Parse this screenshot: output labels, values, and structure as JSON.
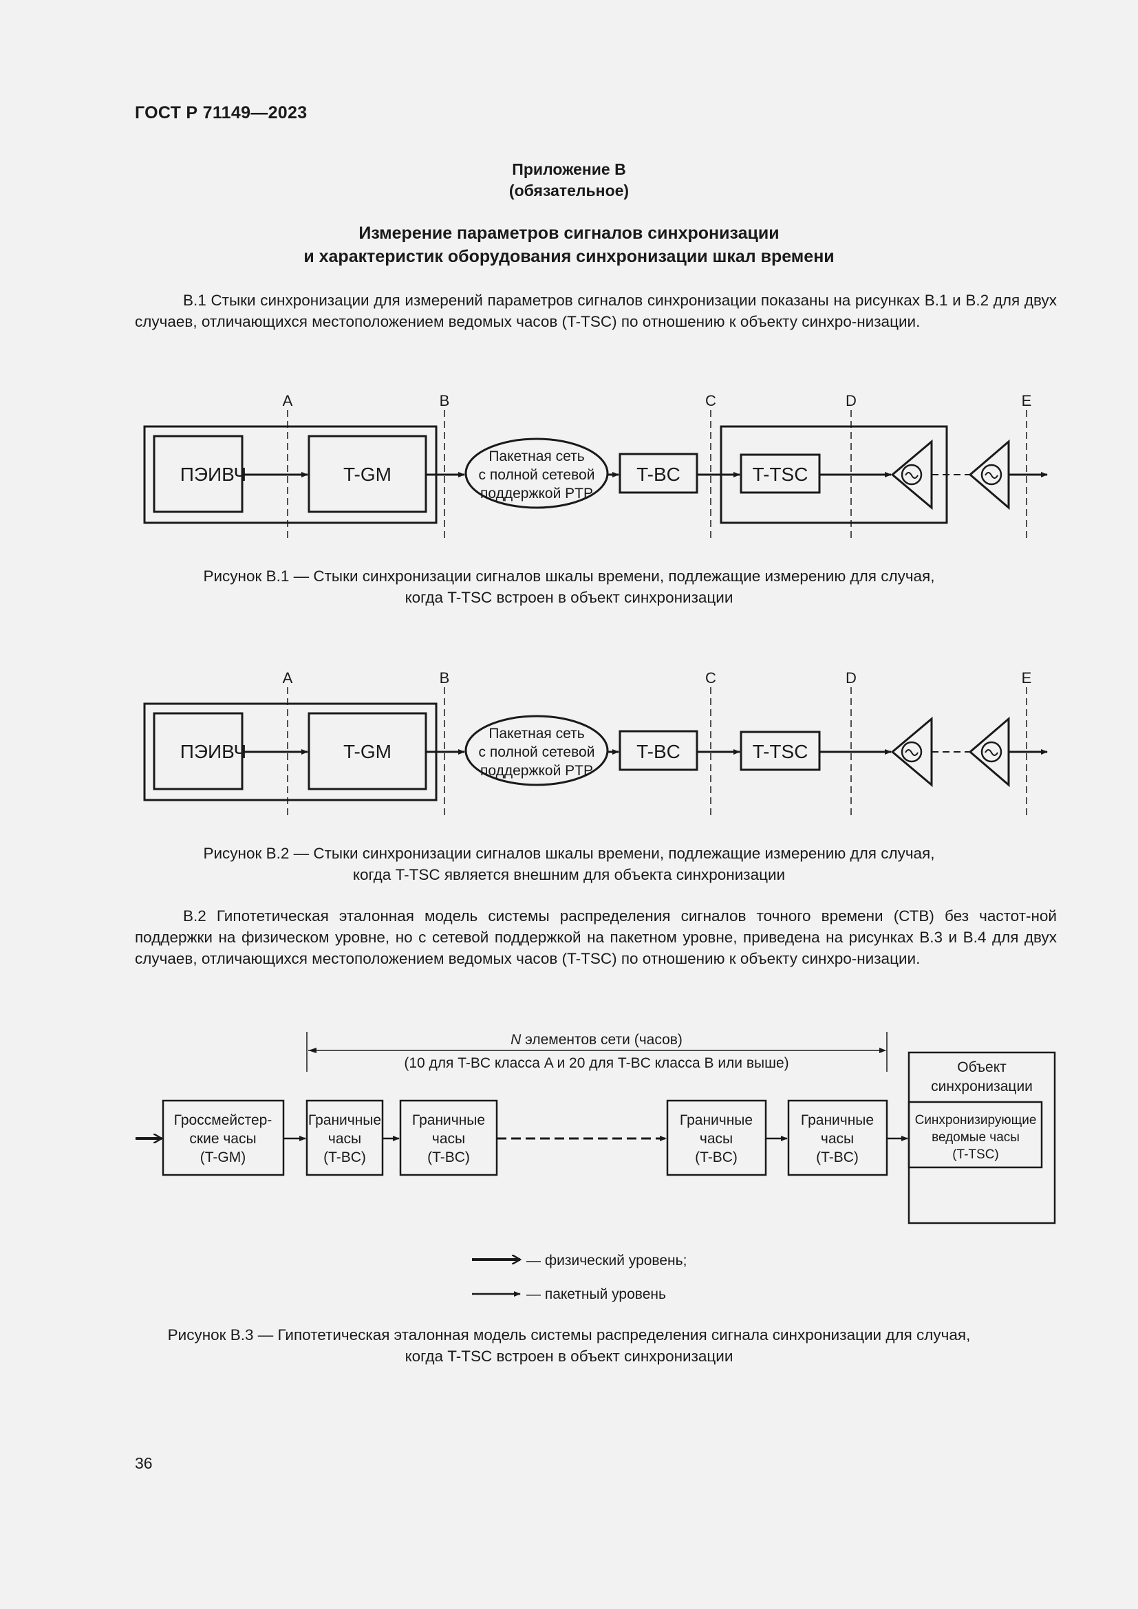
{
  "header": "ГОСТ Р 71149—2023",
  "appendix": {
    "title": "Приложение В",
    "status": "(обязательное)"
  },
  "title": {
    "line1": "Измерение параметров сигналов синхронизации",
    "line2": "и характеристик оборудования синхронизации шкал времени"
  },
  "para1": "В.1 Стыки синхронизации для измерений параметров сигналов синхронизации показаны на рисунках В.1 и В.2 для двух случаев, отличающихся местоположением ведомых часов (T-TSC) по отношению к объекту синхро-низации.",
  "fig1": {
    "points": [
      "A",
      "B",
      "C",
      "D",
      "E"
    ],
    "peivch": "ПЭИВЧ",
    "tgm": "T-GM",
    "network": [
      "Пакетная сеть",
      "с полной сетевой",
      "поддержкой PTP"
    ],
    "tbc": "T-BC",
    "ttsc": "T-TSC",
    "caption1": "Рисунок В.1 — Стыки синхронизации сигналов шкалы времени, подлежащие измерению для случая,",
    "caption2": "когда T-TSC встроен в объект синхронизации"
  },
  "fig2": {
    "points": [
      "A",
      "B",
      "C",
      "D",
      "E"
    ],
    "peivch": "ПЭИВЧ",
    "tgm": "T-GM",
    "network": [
      "Пакетная сеть",
      "с полной сетевой",
      "поддержкой PTP"
    ],
    "tbc": "T-BC",
    "ttsc": "T-TSC",
    "caption1": "Рисунок В.2 — Стыки синхронизации сигналов шкалы времени, подлежащие измерению для случая,",
    "caption2": "когда T-TSC является внешним для объекта синхронизации"
  },
  "para2": "В.2 Гипотетическая эталонная модель системы распределения сигналов точного времени (СТВ) без частот-ной поддержки на физическом уровне, но с сетевой поддержкой на пакетном уровне, приведена на рисунках В.3 и В.4 для двух случаев, отличающихся местоположением ведомых часов (T-TSC) по отношению к объекту синхро-низации.",
  "fig3": {
    "n_letter": "N",
    "n_rest": " элементов сети (часов)",
    "range_note": "(10 для T-BC класса A и 20 для T-BC класса B или выше)",
    "gm": [
      "Гроссмейстер-",
      "ские часы",
      "(T-GM)"
    ],
    "bc": [
      "Граничные",
      "часы",
      "(T-BC)"
    ],
    "object": [
      "Объект",
      "синхронизации"
    ],
    "slave": [
      "Синхронизирующие",
      "ведомые часы",
      "(T-TSC)"
    ],
    "legend_physical": "— физический уровень;",
    "legend_packet": "— пакетный уровень",
    "caption1": "Рисунок В.3 — Гипотетическая эталонная модель системы распределения сигнала синхронизации для случая,",
    "caption2": "когда T-TSC встроен в объект синхронизации"
  },
  "page_number": "36"
}
